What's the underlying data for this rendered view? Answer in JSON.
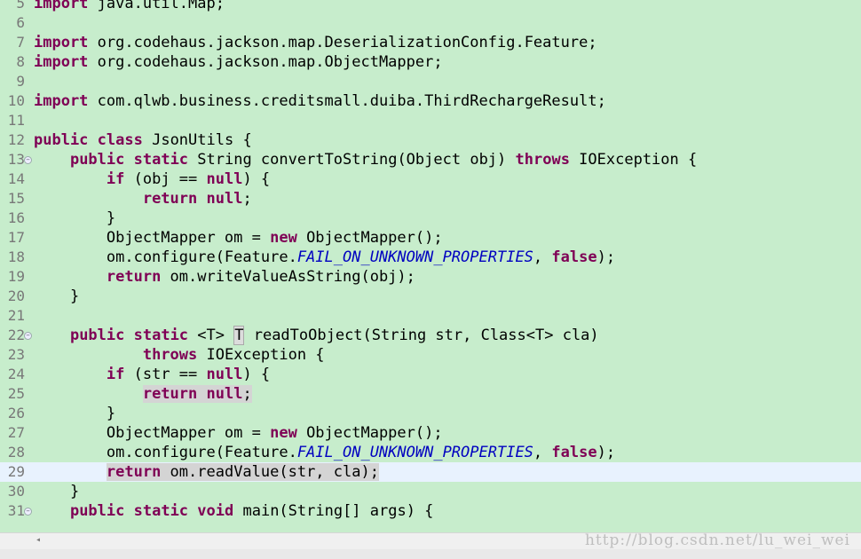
{
  "lines": [
    {
      "num": "5",
      "code": [
        {
          "t": "import",
          "c": "kw"
        },
        {
          "t": " java.util.Map;"
        }
      ]
    },
    {
      "num": "6",
      "code": []
    },
    {
      "num": "7",
      "code": [
        {
          "t": "import",
          "c": "kw"
        },
        {
          "t": " org.codehaus.jackson.map.DeserializationConfig.Feature;"
        }
      ]
    },
    {
      "num": "8",
      "code": [
        {
          "t": "import",
          "c": "kw"
        },
        {
          "t": " org.codehaus.jackson.map.ObjectMapper;"
        }
      ]
    },
    {
      "num": "9",
      "code": []
    },
    {
      "num": "10",
      "code": [
        {
          "t": "import",
          "c": "kw"
        },
        {
          "t": " com.qlwb.business.creditsmall.duiba.ThirdRechargeResult;"
        }
      ]
    },
    {
      "num": "11",
      "code": []
    },
    {
      "num": "12",
      "code": [
        {
          "t": "public",
          "c": "kw"
        },
        {
          "t": " "
        },
        {
          "t": "class",
          "c": "kw"
        },
        {
          "t": " JsonUtils {"
        }
      ]
    },
    {
      "num": "13",
      "fold": true,
      "code": [
        {
          "t": "    "
        },
        {
          "t": "public",
          "c": "kw"
        },
        {
          "t": " "
        },
        {
          "t": "static",
          "c": "kw"
        },
        {
          "t": " String convertToString(Object obj) "
        },
        {
          "t": "throws",
          "c": "kw"
        },
        {
          "t": " IOException {"
        }
      ]
    },
    {
      "num": "14",
      "code": [
        {
          "t": "        "
        },
        {
          "t": "if",
          "c": "kw"
        },
        {
          "t": " (obj == "
        },
        {
          "t": "null",
          "c": "kw"
        },
        {
          "t": ") {"
        }
      ]
    },
    {
      "num": "15",
      "code": [
        {
          "t": "            "
        },
        {
          "t": "return",
          "c": "kw"
        },
        {
          "t": " "
        },
        {
          "t": "null",
          "c": "kw"
        },
        {
          "t": ";"
        }
      ]
    },
    {
      "num": "16",
      "code": [
        {
          "t": "        }"
        }
      ]
    },
    {
      "num": "17",
      "code": [
        {
          "t": "        ObjectMapper om = "
        },
        {
          "t": "new",
          "c": "kw"
        },
        {
          "t": " ObjectMapper();"
        }
      ]
    },
    {
      "num": "18",
      "code": [
        {
          "t": "        om.configure(Feature."
        },
        {
          "t": "FAIL_ON_UNKNOWN_PROPERTIES",
          "c": "const"
        },
        {
          "t": ", "
        },
        {
          "t": "false",
          "c": "kw"
        },
        {
          "t": ");"
        }
      ]
    },
    {
      "num": "19",
      "code": [
        {
          "t": "        "
        },
        {
          "t": "return",
          "c": "kw"
        },
        {
          "t": " om.writeValueAsString(obj);"
        }
      ]
    },
    {
      "num": "20",
      "code": [
        {
          "t": "    }"
        }
      ]
    },
    {
      "num": "21",
      "code": []
    },
    {
      "num": "22",
      "fold": true,
      "code": [
        {
          "t": "    "
        },
        {
          "t": "public",
          "c": "kw"
        },
        {
          "t": " "
        },
        {
          "t": "static",
          "c": "kw"
        },
        {
          "t": " <T> "
        },
        {
          "t": "T",
          "c": "hl-box"
        },
        {
          "t": " readToObject(String str, Class<T> cla)"
        }
      ]
    },
    {
      "num": "23",
      "code": [
        {
          "t": "            "
        },
        {
          "t": "throws",
          "c": "kw"
        },
        {
          "t": " IOException {"
        }
      ]
    },
    {
      "num": "24",
      "code": [
        {
          "t": "        "
        },
        {
          "t": "if",
          "c": "kw"
        },
        {
          "t": " (str == "
        },
        {
          "t": "null",
          "c": "kw"
        },
        {
          "t": ") {"
        }
      ]
    },
    {
      "num": "25",
      "code": [
        {
          "t": "            "
        },
        {
          "t": "return",
          "c": "kw hl"
        },
        {
          "t": " ",
          "c": "hl"
        },
        {
          "t": "null",
          "c": "kw hl"
        },
        {
          "t": ";",
          "c": "hl"
        }
      ]
    },
    {
      "num": "26",
      "code": [
        {
          "t": "        }"
        }
      ]
    },
    {
      "num": "27",
      "code": [
        {
          "t": "        ObjectMapper om = "
        },
        {
          "t": "new",
          "c": "kw"
        },
        {
          "t": " ObjectMapper();"
        }
      ]
    },
    {
      "num": "28",
      "code": [
        {
          "t": "        om.configure(Feature."
        },
        {
          "t": "FAIL_ON_UNKNOWN_PROPERTIES",
          "c": "const"
        },
        {
          "t": ", "
        },
        {
          "t": "false",
          "c": "kw"
        },
        {
          "t": ");"
        }
      ]
    },
    {
      "num": "29",
      "current": true,
      "code": [
        {
          "t": "        "
        },
        {
          "t": "return",
          "c": "kw hl"
        },
        {
          "t": " om.readValue(str, cla);",
          "c": "hl"
        }
      ]
    },
    {
      "num": "30",
      "code": [
        {
          "t": "    }"
        }
      ]
    },
    {
      "num": "31",
      "fold": true,
      "code": [
        {
          "t": "    "
        },
        {
          "t": "public",
          "c": "kw"
        },
        {
          "t": " "
        },
        {
          "t": "static",
          "c": "kw"
        },
        {
          "t": " "
        },
        {
          "t": "void",
          "c": "kw"
        },
        {
          "t": " main(String[] args) {"
        }
      ]
    }
  ],
  "fold_glyph": "−",
  "scroll_arrow": "◂",
  "watermark": "http://blog.csdn.net/lu_wei_wei"
}
